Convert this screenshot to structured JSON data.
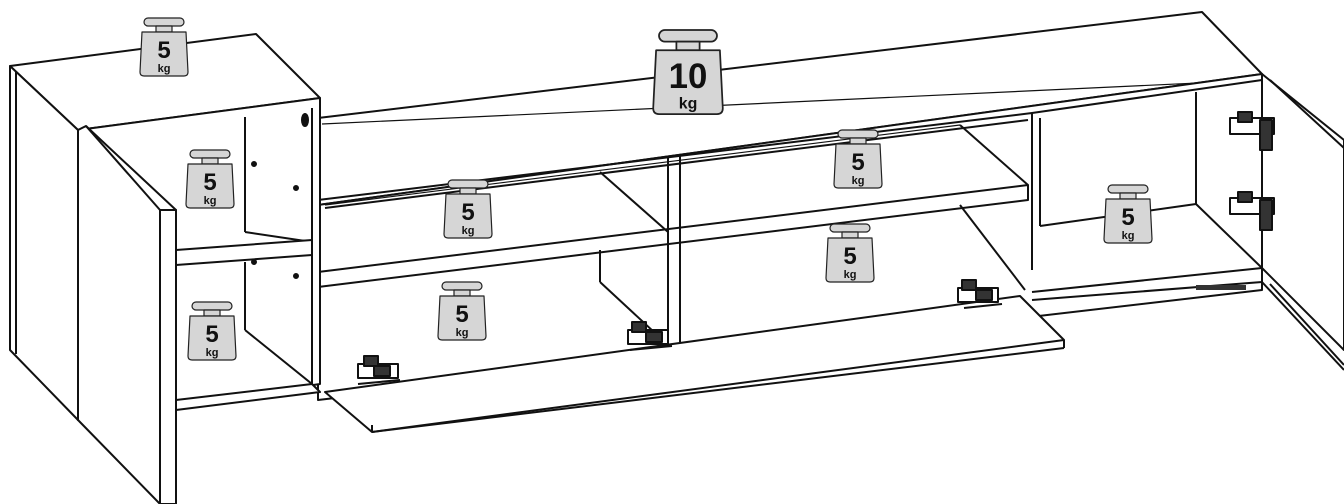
{
  "weights": [
    {
      "id": "left-top",
      "value": "5",
      "unit": "kg"
    },
    {
      "id": "center-top",
      "value": "10",
      "unit": "kg"
    },
    {
      "id": "left-upper-shelf",
      "value": "5",
      "unit": "kg"
    },
    {
      "id": "left-lower-shelf",
      "value": "5",
      "unit": "kg"
    },
    {
      "id": "middle-left-shelf",
      "value": "5",
      "unit": "kg"
    },
    {
      "id": "middle-right-shelf",
      "value": "5",
      "unit": "kg"
    },
    {
      "id": "middle-left-bottom",
      "value": "5",
      "unit": "kg"
    },
    {
      "id": "middle-right-bottom",
      "value": "5",
      "unit": "kg"
    },
    {
      "id": "right-compartment",
      "value": "5",
      "unit": "kg"
    }
  ]
}
